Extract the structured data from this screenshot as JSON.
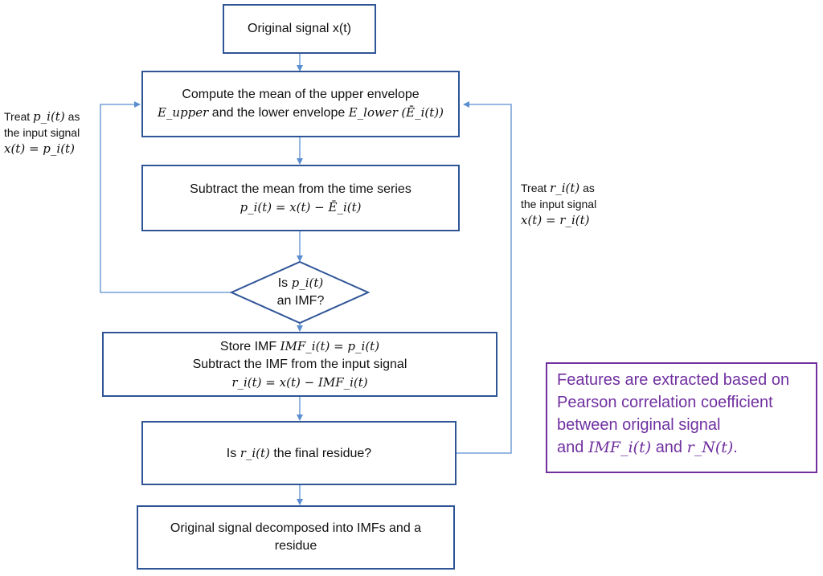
{
  "colors": {
    "box_border": "#2f5597",
    "connector": "#5b8ed0",
    "feature_border": "#7030a0",
    "feature_text": "#7030a0"
  },
  "box1": {
    "text": "Original signal x(t)"
  },
  "box2": {
    "line1": "Compute the mean of the upper envelope",
    "e_upper": "E_upper",
    "mid_text": "and the lower envelope",
    "e_lower": "E_lower",
    "mean_term": "(Ē_i(t))"
  },
  "box3": {
    "line1": "Subtract the mean from the time series",
    "formula": "p_i(t) = x(t) − Ē_i(t)"
  },
  "diamond": {
    "line1_prefix": "Is",
    "line1_var": "p_i(t)",
    "line2": "an IMF?"
  },
  "box4": {
    "line1_prefix": "Store IMF",
    "line1_formula": "IMF_i(t) = p_i(t)",
    "line2": "Subtract the IMF from the input signal",
    "line3_formula": "r_i(t) = x(t) − IMF_i(t)"
  },
  "box5": {
    "prefix": "Is",
    "var": "r_i(t)",
    "suffix": "the final residue?"
  },
  "box6": {
    "line1": "Original signal decomposed into IMFs and a",
    "line2": "residue"
  },
  "left_note": {
    "line1_prefix": "Treat",
    "line1_var": "p_i(t)",
    "line1_suffix": "as",
    "line2": "the input signal",
    "line3": "x(t) = p_i(t)"
  },
  "right_note": {
    "line1_prefix": "Treat",
    "line1_var": "r_i(t)",
    "line1_suffix": "as",
    "line2": "the input signal",
    "line3": "x(t) = r_i(t)"
  },
  "feature_note": {
    "line1": "Features are extracted based on",
    "line2": "Pearson correlation coefficient",
    "line3": "between original signal",
    "line4_prefix": "and",
    "line4_var1": "IMF_i(t)",
    "line4_mid": "and",
    "line4_var2": "r_N(t)",
    "line4_end": "."
  }
}
